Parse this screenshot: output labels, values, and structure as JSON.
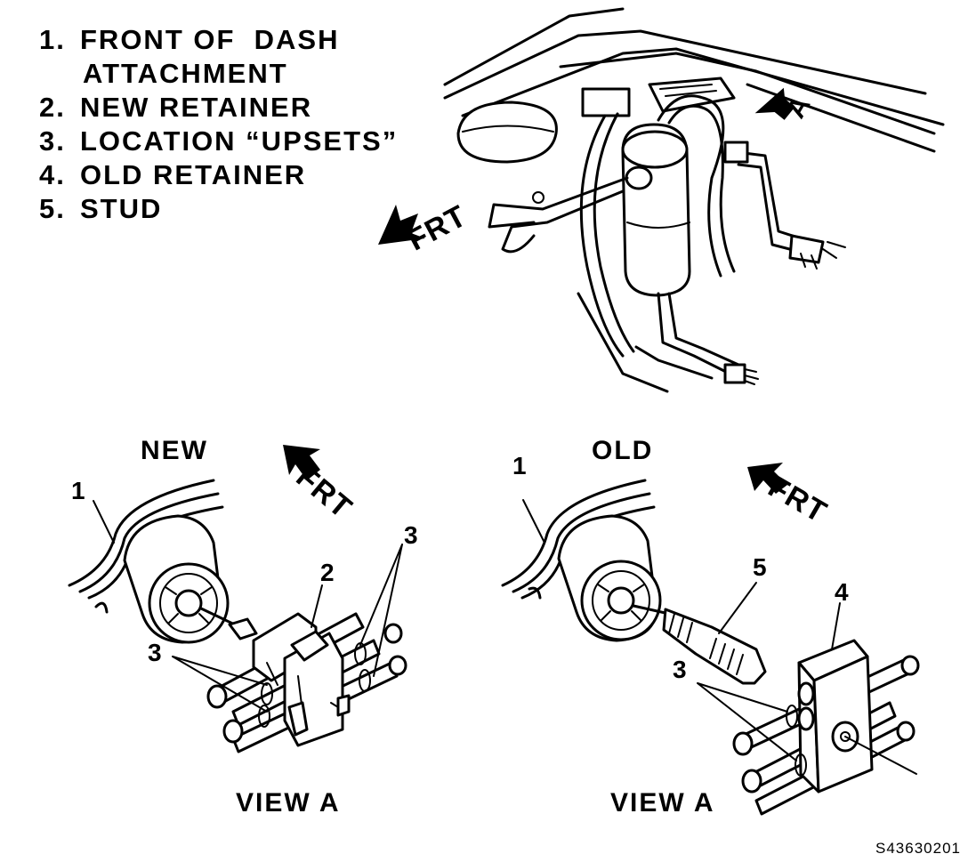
{
  "legend": {
    "items": [
      {
        "num": "1.",
        "text": "FRONT OF  DASH"
      },
      {
        "num": "",
        "text": "ATTACHMENT"
      },
      {
        "num": "2.",
        "text": "NEW RETAINER"
      },
      {
        "num": "3.",
        "text": "LOCATION “UPSETS”"
      },
      {
        "num": "4.",
        "text": "OLD RETAINER"
      },
      {
        "num": "5.",
        "text": "STUD"
      }
    ]
  },
  "top_view": {
    "frt_label": "FRT",
    "view_arrow_label": "A"
  },
  "left_view": {
    "title": "NEW",
    "frt_label": "FRT",
    "callouts": [
      "1",
      "2",
      "3",
      "3"
    ],
    "caption": "VIEW A"
  },
  "right_view": {
    "title": "OLD",
    "frt_label": "FRT",
    "callouts": [
      "1",
      "5",
      "4",
      "3"
    ],
    "caption": "VIEW A"
  },
  "figure_code": "S43630201",
  "colors": {
    "ink": "#000000",
    "paper": "#ffffff"
  }
}
